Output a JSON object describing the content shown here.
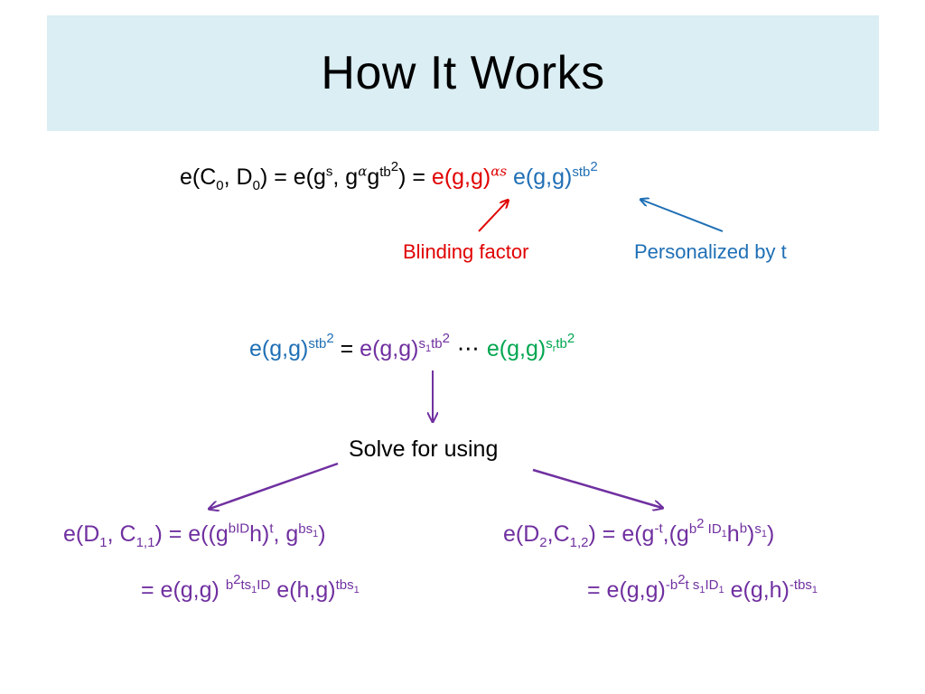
{
  "title": "How It Works",
  "eq1": {
    "lhs": "e(C",
    "c0_sub": "0",
    "d0": ", D",
    "d0_sub": "0",
    "mid1": ") = e(g",
    "gs_sup": "s",
    "g2": ", g",
    "alpha_sup": "α",
    "g3": "g",
    "tb_sup": "tb",
    "tb_sq": "2",
    "close": ") = ",
    "red_part": "e(g,g)",
    "red_sup": "αs",
    "blue_part": " e(g,g)",
    "blue_sup": "stb",
    "blue_sq": "2"
  },
  "labels": {
    "blinding": "Blinding factor",
    "personalized": "Personalized by t"
  },
  "eq2": {
    "blue_part": "e(g,g)",
    "blue_sup": "stb",
    "blue_sq": "2",
    "equals": " = ",
    "purple_part": "e(g,g)",
    "p_sup_s": "s",
    "p_sup_1": "1",
    "p_sup_tb": "tb",
    "p_sup_sq": "2",
    "dots": " ⋯ ",
    "green_part": "e(g,g)",
    "g_sup_s": "s",
    "g_sup_r": "r",
    "g_sup_tb": "tb",
    "g_sup_sq": "2"
  },
  "solve_label": "Solve for using",
  "eq3": {
    "a": "e(D",
    "a_sub": "1",
    "b": ", C",
    "b_sub": "1,1",
    "c": ") = e((g",
    "c_sup": "bID",
    "d": "h)",
    "d_sup": "t",
    "e": ", g",
    "e_sup_bs": "bs",
    "e_sup_1": "1",
    "f": ")"
  },
  "eq4": {
    "a": "= e(g,g) ",
    "a_sup_b": "b",
    "a_sup_2": "2",
    "a_sup_ts": "ts",
    "a_sup_1": "1",
    "a_sup_id": "ID",
    "b": " e(h,g)",
    "b_sup_tbs": "tbs",
    "b_sup_1": "1"
  },
  "eq5": {
    "a": "e(D",
    "a_sub": "2",
    "b": ",C",
    "b_sub": "1,2",
    "c": ") = e(g",
    "c_sup": "-t",
    "d": ",(g",
    "d_sup_b": "b",
    "d_sup_2": "2",
    "d_sup_id": " ID",
    "d_sup_1": "1",
    "e": "h",
    "e_sup": "b",
    "f": ")",
    "f_sup_s": "s",
    "f_sup_1": "1",
    "g": ")"
  },
  "eq6": {
    "a": "= e(g,g)",
    "a_sup_b": "-b",
    "a_sup_2": "2",
    "a_sup_ts": "t s",
    "a_sup_1": "1",
    "a_sup_id": "ID",
    "a_sup_id1": "1",
    "b": "  e(g,h)",
    "b_sup_tbs": "-tbs",
    "b_sup_1": "1"
  },
  "colors": {
    "title_bg": "#daeef3",
    "red": "#e00000",
    "blue": "#1f6fb5",
    "green": "#00a650",
    "purple": "#7030a0"
  }
}
